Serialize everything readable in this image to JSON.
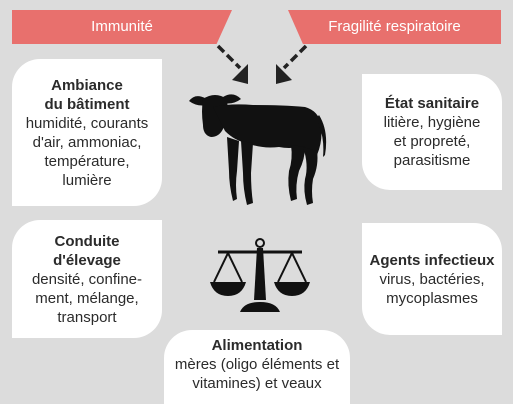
{
  "banners": {
    "left": "Immunité",
    "right": "Fragilité respiratoire"
  },
  "factors": {
    "ambiance": {
      "title": "Ambiance\ndu bâtiment",
      "text": "humidité, courants\nd'air, ammoniac,\ntempérature,\nlumière"
    },
    "conduite": {
      "title": "Conduite\nd'élevage",
      "text": "densité, confine-\nment, mélange,\ntransport"
    },
    "etat": {
      "title": "État sanitaire",
      "text": "litière, hygiène\net propreté,\nparasitisme"
    },
    "agents": {
      "title": "Agents infectieux",
      "text": "virus, bactéries,\nmycoplasmes"
    },
    "alimentation": {
      "title": "Alimentation",
      "text": "mères (oligo éléments et\nvitamines) et veaux"
    }
  },
  "colors": {
    "banner": "#e8706d",
    "background": "#dcdcdc",
    "box": "#ffffff",
    "silhouette": "#111111"
  },
  "icons": [
    "arrow-down-right-icon",
    "arrow-down-left-icon",
    "calf-silhouette-icon",
    "balance-scale-icon"
  ]
}
